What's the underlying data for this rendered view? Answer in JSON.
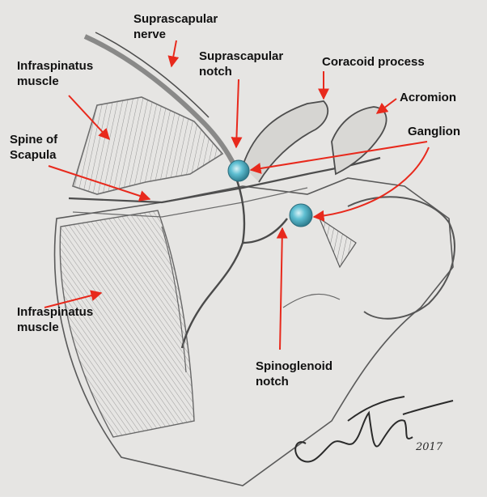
{
  "colors": {
    "paper": "#e6e5e3",
    "pencil": "#5a5a5a",
    "arrow": "#e8291c",
    "ganglion": "#4fb3c8",
    "label": "#111111"
  },
  "labels": {
    "suprascapular_nerve": "Suprascapular\nnerve",
    "suprascapular_notch": "Suprascapular\nnotch",
    "coracoid_process": "Coracoid process",
    "acromion": "Acromion",
    "ganglion": "Ganglion",
    "infraspinatus_upper": "Infraspinatus\nmuscle",
    "spine_of_scapula": "Spine of\nScapula",
    "infraspinatus_lower": "Infraspinatus\nmuscle",
    "spinoglenoid_notch": "Spinoglenoid\nnotch"
  },
  "signature": {
    "year": "2017"
  }
}
